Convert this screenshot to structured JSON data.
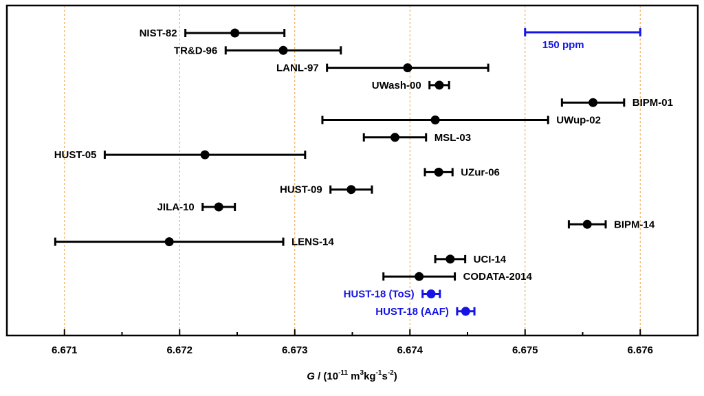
{
  "chart_data": {
    "type": "scatter",
    "subtype": "error-bar",
    "title": "",
    "xlabel": {
      "symbol": "G",
      "rest": " / (10",
      "exp1": "-11",
      "units_a": " m",
      "exp2": "3",
      "units_b": "kg",
      "exp3": "-1",
      "units_c": "s",
      "exp4": "-2",
      "close": ")"
    },
    "xlim": [
      6.6705,
      6.6765
    ],
    "x_ticks": [
      "6.671",
      "6.672",
      "6.673",
      "6.674",
      "6.675",
      "6.676"
    ],
    "x_tick_values": [
      6.671,
      6.672,
      6.673,
      6.674,
      6.675,
      6.676
    ],
    "grid": "vertical dashed orange at major ticks",
    "colors": {
      "black": "#000000",
      "blue": "#1414e6",
      "grid": "#e8a040"
    },
    "points": [
      {
        "label": "NIST-82",
        "value": 6.67248,
        "low": 6.67205,
        "high": 6.67291,
        "label_side": "left",
        "color": "black"
      },
      {
        "label": "TR&D-96",
        "value": 6.6729,
        "low": 6.6724,
        "high": 6.6734,
        "label_side": "left",
        "color": "black"
      },
      {
        "label": "LANL-97",
        "value": 6.67398,
        "low": 6.67328,
        "high": 6.67468,
        "label_side": "left",
        "color": "black"
      },
      {
        "label": "UWash-00",
        "value": 6.674255,
        "low": 6.67417,
        "high": 6.67434,
        "label_side": "left",
        "color": "black"
      },
      {
        "label": "BIPM-01",
        "value": 6.67559,
        "low": 6.67532,
        "high": 6.67586,
        "label_side": "right",
        "color": "black"
      },
      {
        "label": "UWup-02",
        "value": 6.67422,
        "low": 6.67324,
        "high": 6.6752,
        "label_side": "right",
        "color": "black"
      },
      {
        "label": "MSL-03",
        "value": 6.67387,
        "low": 6.6736,
        "high": 6.67414,
        "label_side": "right",
        "color": "black"
      },
      {
        "label": "HUST-05",
        "value": 6.67222,
        "low": 6.67135,
        "high": 6.67309,
        "label_side": "left",
        "color": "black"
      },
      {
        "label": "UZur-06",
        "value": 6.67425,
        "low": 6.67413,
        "high": 6.67437,
        "label_side": "right",
        "color": "black"
      },
      {
        "label": "HUST-09",
        "value": 6.67349,
        "low": 6.67331,
        "high": 6.67367,
        "label_side": "left",
        "color": "black"
      },
      {
        "label": "JILA-10",
        "value": 6.67234,
        "low": 6.6722,
        "high": 6.67248,
        "label_side": "left",
        "color": "black"
      },
      {
        "label": "BIPM-14",
        "value": 6.67554,
        "low": 6.67538,
        "high": 6.6757,
        "label_side": "right",
        "color": "black"
      },
      {
        "label": "LENS-14",
        "value": 6.67191,
        "low": 6.67092,
        "high": 6.6729,
        "label_side": "right",
        "color": "black"
      },
      {
        "label": "UCI-14",
        "value": 6.67435,
        "low": 6.67422,
        "high": 6.67448,
        "label_side": "right",
        "color": "black"
      },
      {
        "label": "CODATA-2014",
        "value": 6.67408,
        "low": 6.67377,
        "high": 6.67439,
        "label_side": "right",
        "color": "black"
      },
      {
        "label": "HUST-18 (ToS)",
        "value": 6.674184,
        "low": 6.67411,
        "high": 6.67426,
        "label_side": "left",
        "color": "blue"
      },
      {
        "label": "HUST-18 (AAF)",
        "value": 6.674484,
        "low": 6.67441,
        "high": 6.67456,
        "label_side": "left",
        "color": "blue"
      }
    ],
    "scale_bar": {
      "label": "150 ppm",
      "from": 6.675,
      "to": 6.676,
      "color": "blue"
    }
  }
}
